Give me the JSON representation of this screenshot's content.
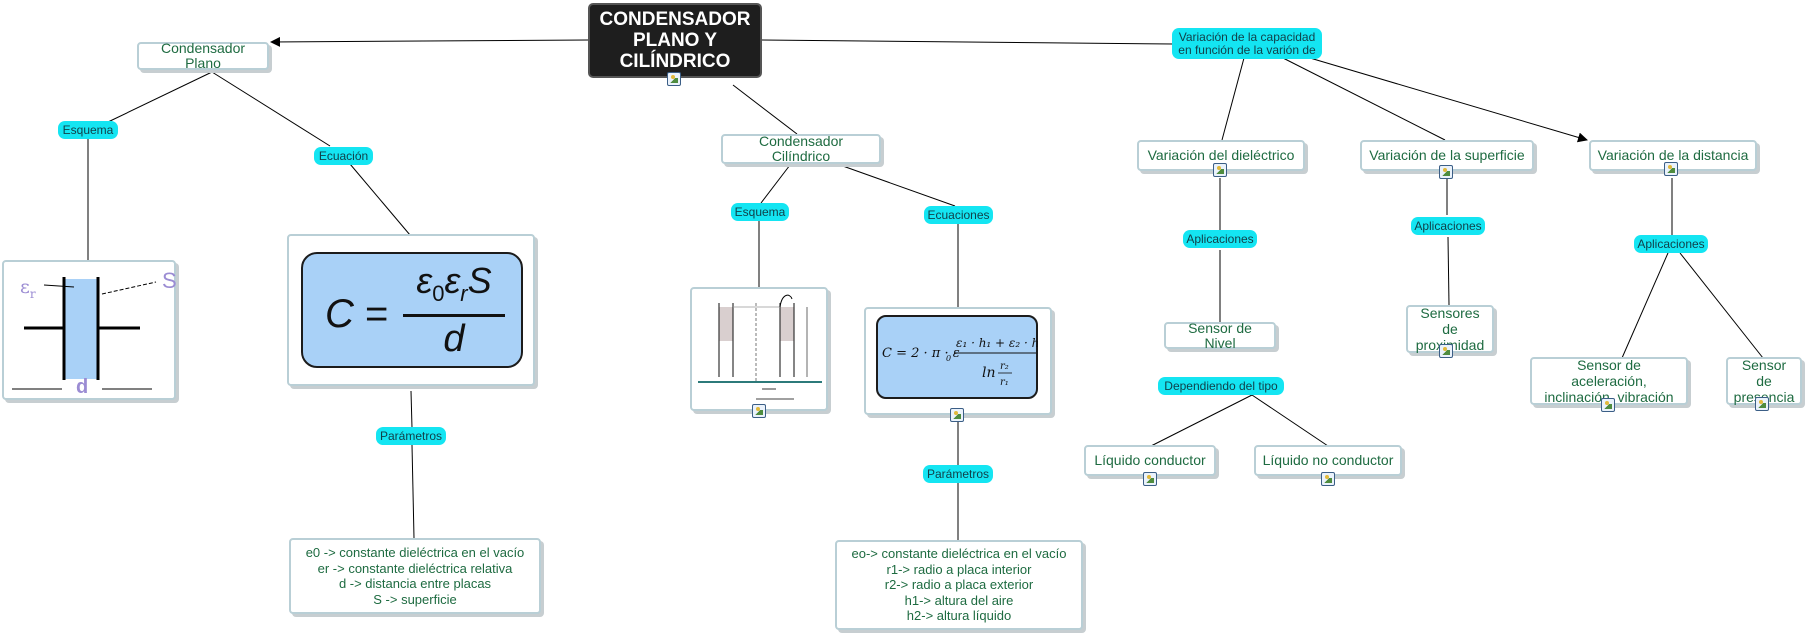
{
  "root": {
    "line1": "CONDENSADOR",
    "line2": "PLANO Y",
    "line3": "CILÍNDRICO"
  },
  "plano": {
    "title": "Condensador Plano",
    "esquema": "Esquema",
    "ecuacion": "Ecuación",
    "parametros": "Parámetros",
    "formula": {
      "lhs": "C",
      "eq": "=",
      "e": "ε",
      "sub0": "0",
      "subr": "r",
      "S": "S",
      "d": "d"
    },
    "diagram_labels": {
      "er": "ε",
      "er_sub": "r",
      "S": "S",
      "d": "d"
    },
    "params": [
      "e0 -> constante dieléctrica en el vacío",
      "er -> constante dieléctrica relativa",
      "d -> distancia entre placas",
      "S -> superficie"
    ]
  },
  "cilindrico": {
    "title": "Condensador Cilíndrico",
    "esquema": "Esquema",
    "ecuaciones": "Ecuaciones",
    "parametros": "Parámetros",
    "params": [
      "eo-> constante dieléctrica en el vacío",
      "r1-> radio a placa interior",
      "r2-> radio a placa exterior",
      "h1-> altura del aire",
      "h2-> altura líquido"
    ]
  },
  "variacion": {
    "title_line1": "Variación de la capacidad",
    "title_line2": "en función de la varión de",
    "dielectrico": {
      "title": "Variación del dieléctrico",
      "aplicaciones": "Aplicaciones",
      "sensor": "Sensor de Nivel",
      "dependiendo": "Dependiendo del tipo",
      "liquido_conductor": "Líquido conductor",
      "liquido_no_conductor": "Líquido no conductor"
    },
    "superficie": {
      "title": "Variación de la superficie",
      "aplicaciones": "Aplicaciones",
      "sensores_line1": "Sensores de",
      "sensores_line2": "proximidad"
    },
    "distancia": {
      "title": "Variación de la distancia",
      "aplicaciones": "Aplicaciones",
      "aceleracion_line1": "Sensor de aceleración,",
      "aceleracion_line2": "inclinación, vibración",
      "presencia_line1": "Sensor de",
      "presencia_line2": "presencia"
    }
  },
  "colors": {
    "pill": "#14e5f2",
    "node_text": "#1e6b41",
    "root_bg": "#1e1e1e",
    "formula_bg": "#a9d1f7"
  },
  "icons": {
    "attachment": "image-attachment-icon"
  }
}
